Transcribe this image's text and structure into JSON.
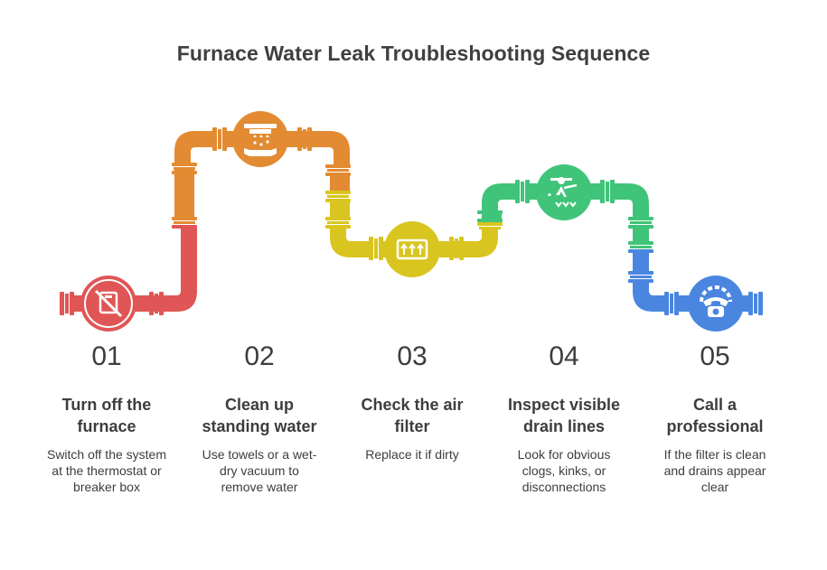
{
  "title": "Furnace Water Leak Troubleshooting Sequence",
  "colors": {
    "red": "#e05555",
    "orange": "#e38b32",
    "yellow": "#d9c51f",
    "green": "#3fc47a",
    "blue": "#4a86e0",
    "text": "#3d3d3d"
  },
  "steps": [
    {
      "number": "01",
      "heading": "Turn off the furnace",
      "description": "Switch off the system at the thermostat or breaker box",
      "icon": "power-off-icon",
      "color": "#e05555"
    },
    {
      "number": "02",
      "heading": "Clean up standing water",
      "description": "Use towels or a wet-dry vacuum to remove water",
      "icon": "water-leak-icon",
      "color": "#e38b32"
    },
    {
      "number": "03",
      "heading": "Check the air filter",
      "description": "Replace it if dirty",
      "icon": "air-filter-icon",
      "color": "#d9c51f"
    },
    {
      "number": "04",
      "heading": "Inspect visible drain lines",
      "description": "Look for obvious clogs, kinks, or disconnections",
      "icon": "inspect-drain-icon",
      "color": "#3fc47a"
    },
    {
      "number": "05",
      "heading": "Call a professional",
      "description": "If the filter is clean and drains appear clear",
      "icon": "phone-service-icon",
      "color": "#4a86e0"
    }
  ]
}
